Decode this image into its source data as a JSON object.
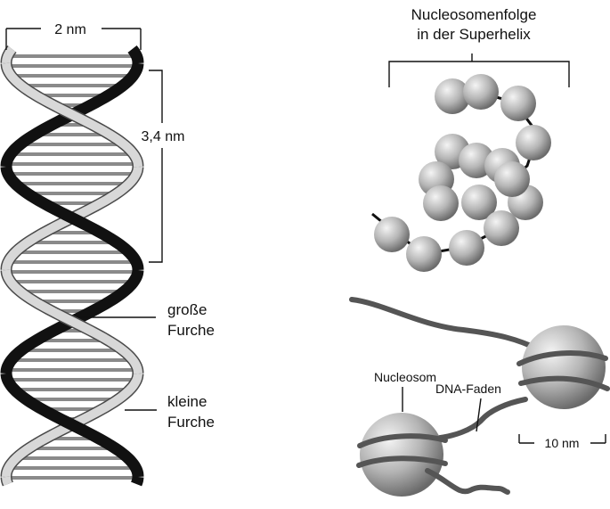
{
  "helix": {
    "width_label": "2 nm",
    "pitch_label": "3,4 nm",
    "major_groove": [
      "große",
      "Furche"
    ],
    "minor_groove": [
      "kleine",
      "Furche"
    ]
  },
  "superhelix": {
    "title": [
      "Nucleosomenfolge",
      "in der Superhelix"
    ]
  },
  "nucleosome": {
    "nucleosome_label": "Nucleosom",
    "dna_label": "DNA-Faden",
    "scale_label": "10 nm"
  },
  "colors": {
    "strand_dark": "#111111",
    "strand_light": "#d8d8d8",
    "rungs": "#8a8a8a",
    "bead_light": "#efefef",
    "bead_dark": "#6a6a6a",
    "dna_thread": "#555555"
  }
}
